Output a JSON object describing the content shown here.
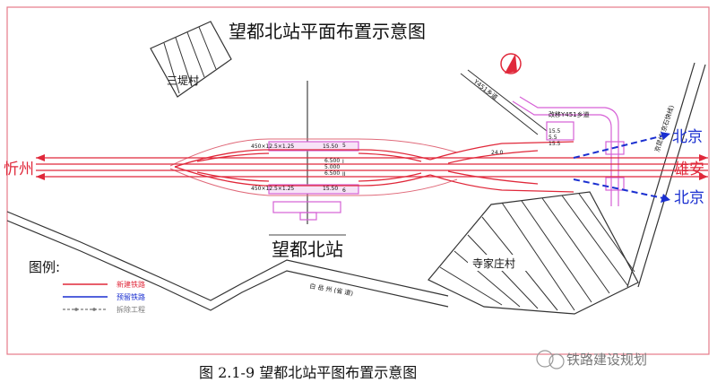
{
  "diagram": {
    "title": "望都北站平面布置示意图",
    "station_name": "望都北站",
    "left_city": "忻州",
    "right_city": "雄安",
    "beijing_top": "北京",
    "beijing_bottom": "北京",
    "village_left": "三堤村",
    "village_right": "寺家庄村",
    "road_label": "白 岳 州 (省 道)",
    "county_road_label": "Y451乡道",
    "county_road_label2": "改移Y451乡道",
    "right_road_label": "京昆线(京石快线)",
    "platform_len_1": "450×12.5×1.25",
    "platform_len_2": "450×12.5×1.25",
    "dim_top": "15.50",
    "dim_bottom": "15.50",
    "track_nums": [
      "5",
      "I",
      "II",
      "6"
    ],
    "track_gaps": [
      "6.500",
      "5.000",
      "6.500"
    ],
    "right_dims": [
      "15.5",
      "5.5",
      "15.5"
    ],
    "mileage": "24.0",
    "legend": {
      "title": "图例:",
      "items": [
        {
          "label": "新建铁路",
          "color": "#e0283a"
        },
        {
          "label": "预留铁路",
          "color": "#1a2fd0"
        },
        {
          "label": "拆除工程",
          "color": "#777777"
        }
      ]
    },
    "caption": "图  2.1-9    望都北站平图布置示意图",
    "watermark": "铁路建设规划",
    "colors": {
      "new_rail": "#e0283a",
      "reserved_rail": "#1a2fd0",
      "outline": "#e06a7a",
      "structure": "#d660d6",
      "demolish": "#777777"
    }
  }
}
